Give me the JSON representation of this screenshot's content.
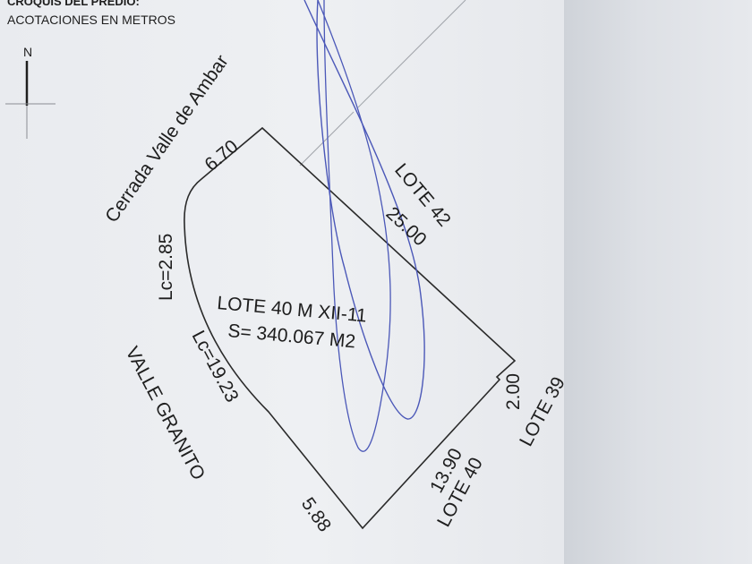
{
  "header": {
    "section_title": "CROQUIS DEL PREDIO:",
    "units_note": "ACOTACIONES EN METROS"
  },
  "north": {
    "label": "N"
  },
  "streets": {
    "north_west": "Cerrada Valle de Ambar",
    "south_west": "VALLE GRANITO"
  },
  "lot": {
    "name": "LOTE 40 M XII-11",
    "area": "S= 340.067 M2"
  },
  "neighbors": {
    "north_east": "LOTE 42",
    "south_east_a": "LOTE 39",
    "south_east_b": "LOTE 40"
  },
  "dimensions": {
    "top_edge": "6.70",
    "curve_top": "Lc=2.85",
    "curve_long": "Lc=19.23",
    "long_edge": "25.00",
    "step_edge": "2.00",
    "bottom_edge": "13.90",
    "bottom_corner": "5.88"
  },
  "colors": {
    "ink": "#1e1e1e",
    "pen": "#4b58b8"
  }
}
